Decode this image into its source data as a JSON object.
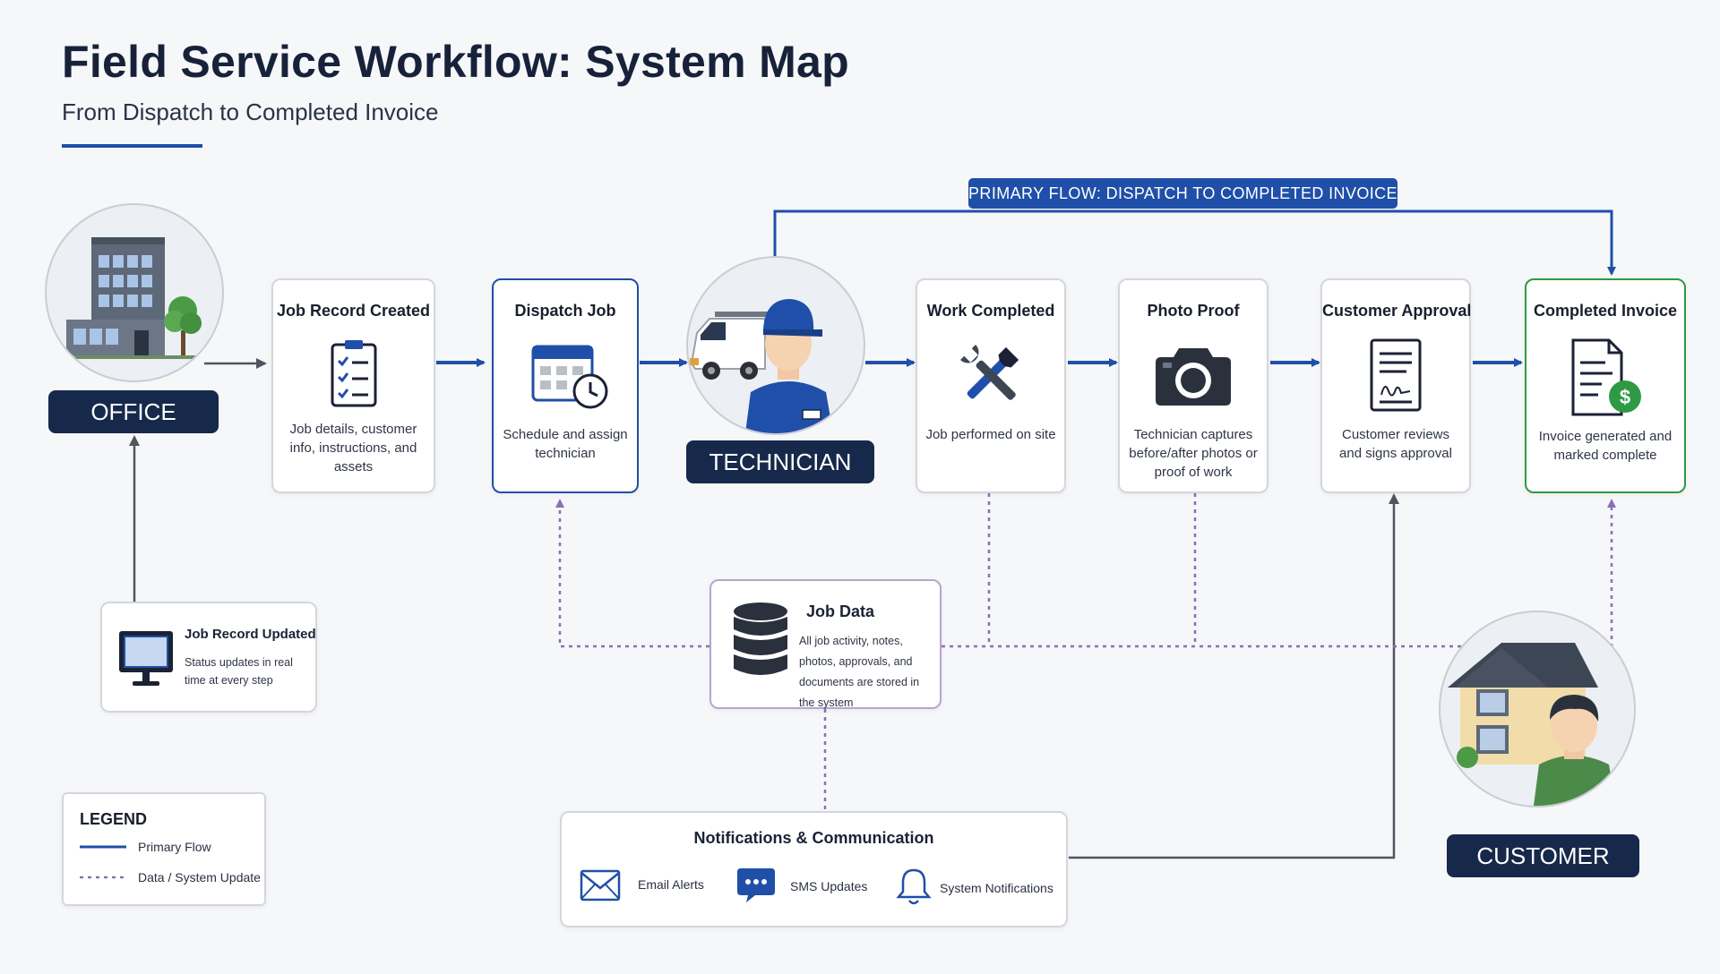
{
  "header": {
    "title": "Field Service Workflow: System Map",
    "subtitle": "From Dispatch to Completed Invoice"
  },
  "primary_flow_label": "PRIMARY FLOW: DISPATCH TO COMPLETED INVOICE",
  "actors": {
    "office": "OFFICE",
    "technician": "TECHNICIAN",
    "customer": "CUSTOMER"
  },
  "steps": [
    {
      "title": "Job Record Created",
      "desc": "Job details, customer info, instructions, and assets",
      "icon": "clipboard-checklist-icon"
    },
    {
      "title": "Dispatch Job",
      "desc": "Schedule and assign technician",
      "icon": "calendar-clock-icon"
    },
    {
      "title": "Work Completed",
      "desc": "Job performed on site",
      "icon": "tools-icon"
    },
    {
      "title": "Photo Proof",
      "desc": "Technician captures before/after photos or proof of work",
      "icon": "camera-icon"
    },
    {
      "title": "Customer Approval",
      "desc": "Customer reviews and signs approval",
      "icon": "signed-document-icon"
    },
    {
      "title": "Completed Invoice",
      "desc": "Invoice generated and marked complete",
      "icon": "invoice-dollar-icon"
    }
  ],
  "job_record_updated": {
    "title": "Job Record Updated",
    "desc": "Status updates in real time at every step",
    "icon": "monitor-icon"
  },
  "job_data": {
    "title": "Job Data",
    "desc": "All job activity, notes, photos, approvals, and documents are stored in the system",
    "icon": "database-icon"
  },
  "notifications": {
    "title": "Notifications & Communication",
    "items": [
      {
        "label": "Email Alerts",
        "icon": "envelope-icon"
      },
      {
        "label": "SMS Updates",
        "icon": "chat-bubble-icon"
      },
      {
        "label": "System Notifications",
        "icon": "bell-icon"
      }
    ]
  },
  "legend": {
    "title": "LEGEND",
    "items": [
      {
        "label": "Primary Flow",
        "style": "solid",
        "color": "#1f4fa8"
      },
      {
        "label": "Data / System Update",
        "style": "dotted",
        "color": "#8a6fb8"
      }
    ]
  },
  "colors": {
    "primary": "#1f4fa8",
    "navy": "#17294a",
    "data_line": "#8a6fb8",
    "complete": "#2e9a44"
  }
}
